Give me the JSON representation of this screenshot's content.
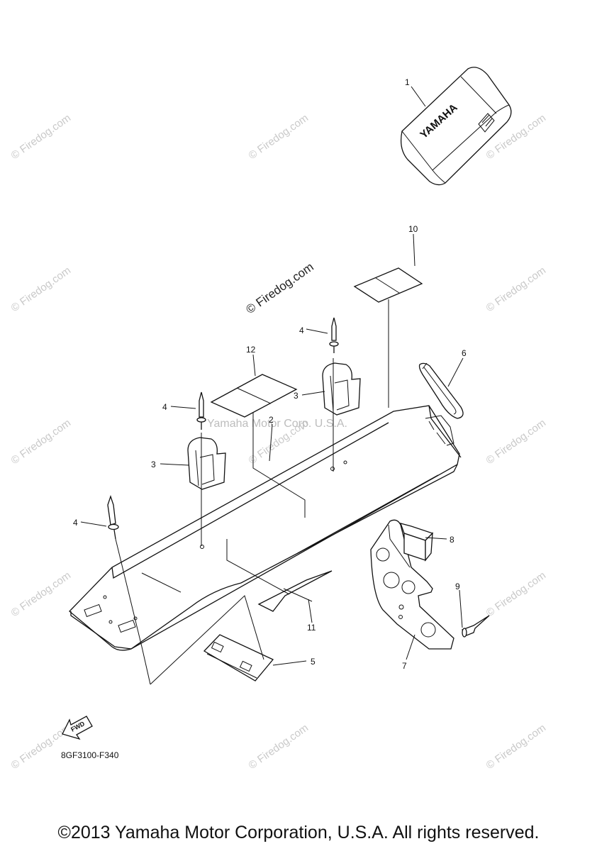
{
  "diagram": {
    "code": "8GF3100-F340",
    "copyright": "©2013 Yamaha Motor Corporation, U.S.A. All rights reserved.",
    "watermark": "© Firedog.com",
    "center_watermark": "© Firedog.com",
    "corp_watermark": "Yamaha Motor Corp. U.S.A.",
    "cover_brand": "YAMAHA",
    "fwd_label": "FWD",
    "callouts": [
      "1",
      "2",
      "3",
      "3",
      "4",
      "4",
      "4",
      "5",
      "6",
      "7",
      "8",
      "9",
      "10",
      "11",
      "12"
    ]
  }
}
